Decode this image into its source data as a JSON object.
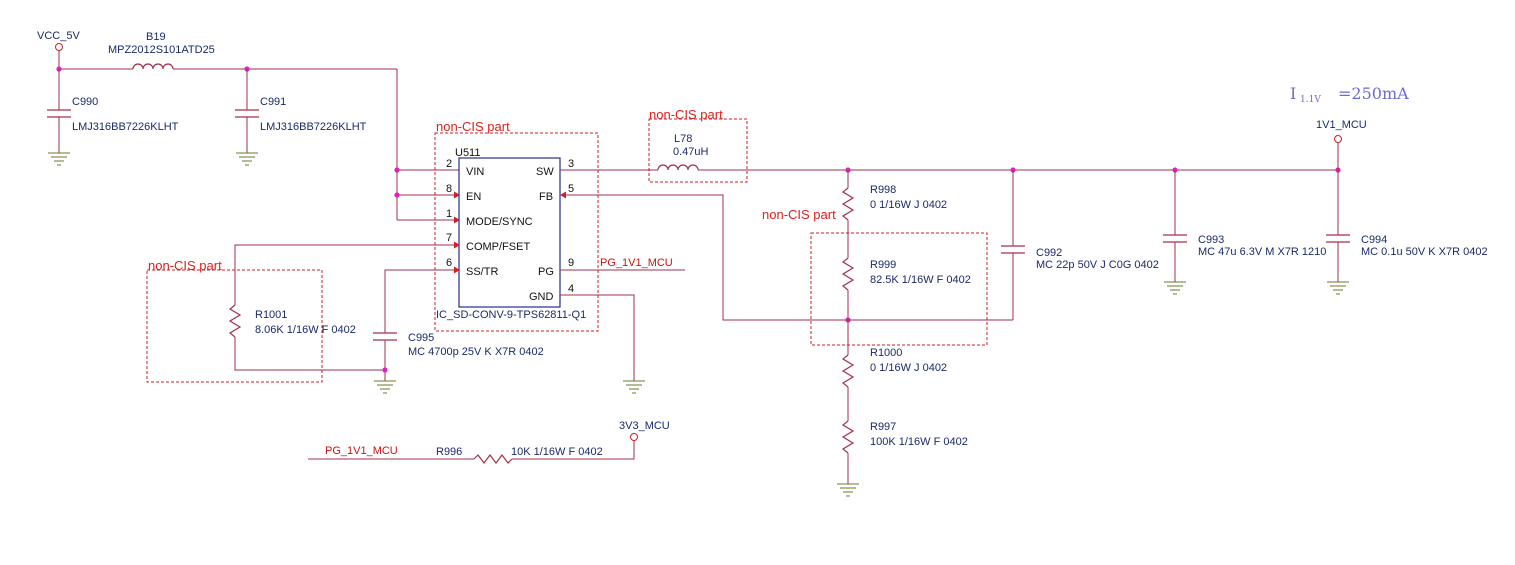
{
  "nets": {
    "vcc_5v": "VCC_5V",
    "v1v1_mcu": "1V1_MCU",
    "v3v3_mcu": "3V3_MCU",
    "pg_1v1_mcu": "PG_1V1_MCU"
  },
  "current_label": {
    "main": "I",
    "sub": "1.1V",
    "value": "=250mA"
  },
  "region_label": "non-CIS part",
  "components": {
    "b19": {
      "ref": "B19",
      "value": "MPZ2012S101ATD25"
    },
    "c990": {
      "ref": "C990",
      "value": "LMJ316BB7226KLHT"
    },
    "c991": {
      "ref": "C991",
      "value": "LMJ316BB7226KLHT"
    },
    "u511": {
      "ref": "U511",
      "part": "IC_SD-CONV-9-TPS62811-Q1"
    },
    "l78": {
      "ref": "L78",
      "value": "0.47uH"
    },
    "r998": {
      "ref": "R998",
      "value": "0 1/16W J 0402"
    },
    "r999": {
      "ref": "R999",
      "value": "82.5K 1/16W F 0402"
    },
    "r1000": {
      "ref": "R1000",
      "value": "0 1/16W J 0402"
    },
    "r997": {
      "ref": "R997",
      "value": "100K 1/16W F 0402"
    },
    "c992": {
      "ref": "C992",
      "value": "MC 22p 50V J C0G 0402"
    },
    "c993": {
      "ref": "C993",
      "value": "MC 47u 6.3V M X7R 1210"
    },
    "c994": {
      "ref": "C994",
      "value": "MC 0.1u 50V K X7R 0402"
    },
    "r1001": {
      "ref": "R1001",
      "value": "8.06K 1/16W F 0402"
    },
    "c995": {
      "ref": "C995",
      "value": "MC 4700p 25V K X7R 0402"
    },
    "r996": {
      "ref": "R996",
      "value": "10K 1/16W F 0402"
    }
  },
  "u511_pins": {
    "vin": {
      "num": "2",
      "name": "VIN"
    },
    "en": {
      "num": "8",
      "name": "EN"
    },
    "mode": {
      "num": "1",
      "name": "MODE/SYNC"
    },
    "comp": {
      "num": "7",
      "name": "COMP/FSET"
    },
    "ss": {
      "num": "6",
      "name": "SS/TR"
    },
    "sw": {
      "num": "3",
      "name": "SW"
    },
    "fb": {
      "num": "5",
      "name": "FB"
    },
    "pg": {
      "num": "9",
      "name": "PG"
    },
    "gnd": {
      "num": "4",
      "name": "GND"
    }
  },
  "colors": {
    "wire": "#a0304a",
    "junction": "#e020c0",
    "region": "#e02020",
    "label": "#1a2a6a",
    "current": "#6b6bd8"
  }
}
